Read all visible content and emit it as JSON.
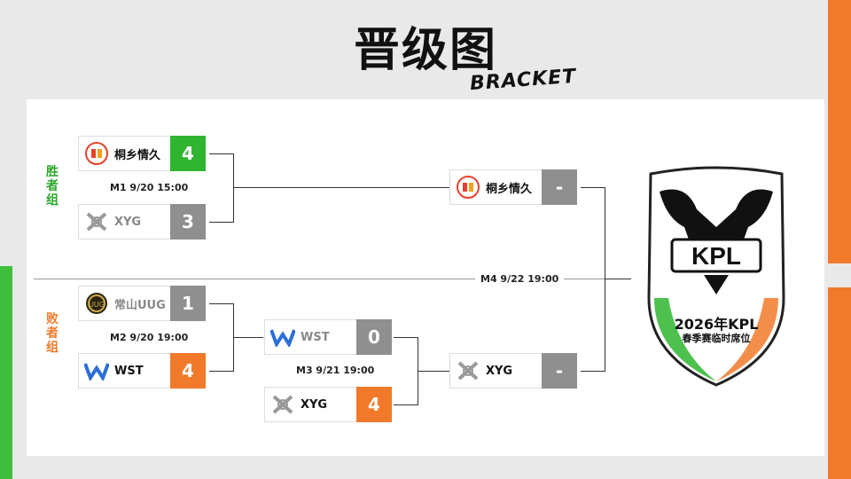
{
  "header": {
    "title": "晋级图",
    "subtitle": "BRACKET"
  },
  "groups": {
    "winners": "胜者组",
    "losers": "败者组"
  },
  "matches": {
    "m1": {
      "label": "M1  9/20 15:00",
      "top": {
        "name": "桐乡情久",
        "score": "4"
      },
      "bottom": {
        "name": "XYG",
        "score": "3"
      }
    },
    "m2": {
      "label": "M2  9/20 19:00",
      "top": {
        "name": "常山UUG",
        "score": "1"
      },
      "bottom": {
        "name": "WST",
        "score": "4"
      }
    },
    "m3": {
      "label": "M3  9/21 19:00",
      "top": {
        "name": "WST",
        "score": "0"
      },
      "bottom": {
        "name": "XYG",
        "score": "4"
      }
    },
    "m4": {
      "label": "M4  9/22 19:00",
      "top": {
        "name": "桐乡情久",
        "score": "-"
      },
      "bottom": {
        "name": "XYG",
        "score": "-"
      }
    }
  },
  "badge": {
    "logo_text": "KPL",
    "year_line": "2026年KPL",
    "sub_line": "春季赛临时席位"
  },
  "colors": {
    "winner": "#2fb52f",
    "loser": "#f07a2a",
    "neutral": "#8f8f8f"
  }
}
